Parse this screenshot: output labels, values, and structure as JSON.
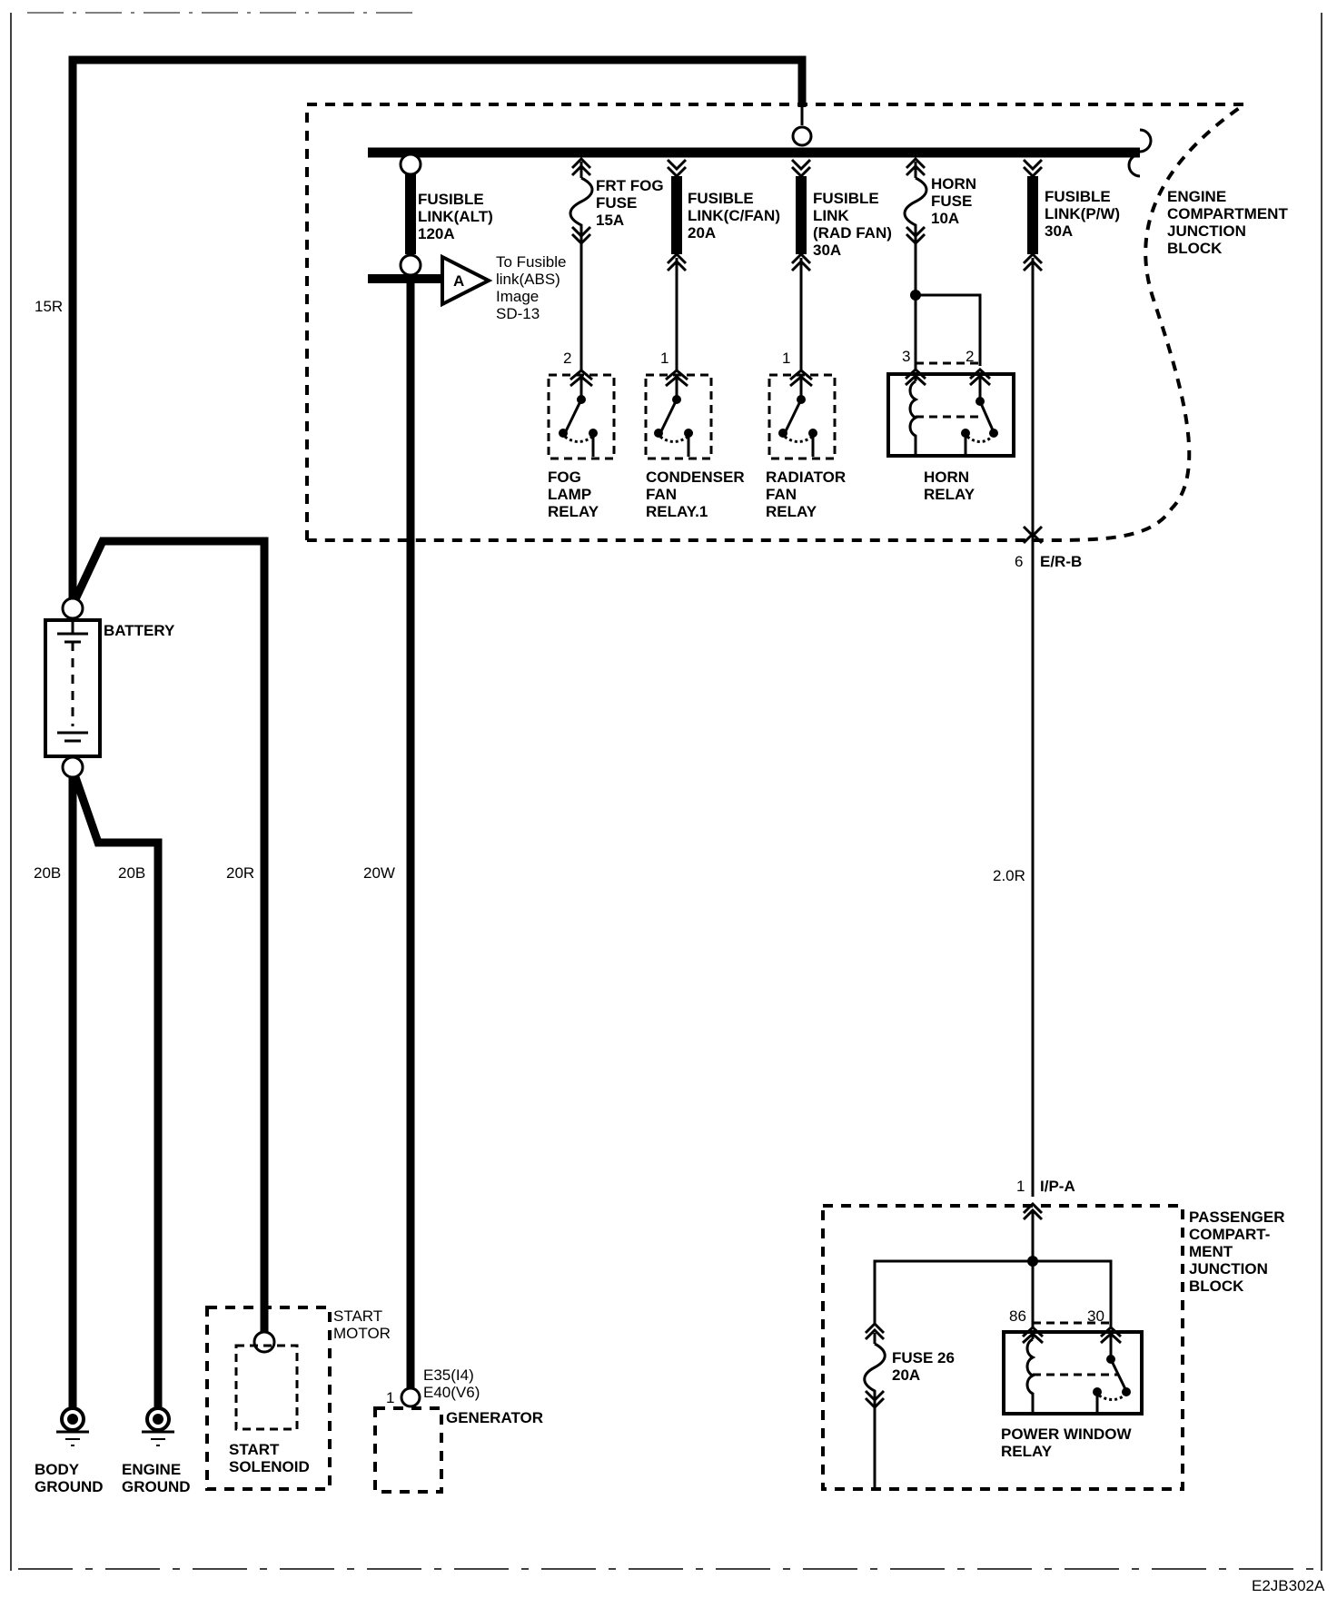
{
  "diagram": {
    "title_code": "E2JB302A",
    "colors": {
      "ink": "#000000",
      "background": "#ffffff"
    },
    "wires": {
      "battery_positive_top": "15R",
      "body_ground": "20B",
      "engine_ground": "20B",
      "start_motor": "20R",
      "generator": "20W",
      "power_window_feed": "2.0R"
    },
    "engine_junction_block": {
      "label_lines": [
        "ENGINE",
        "COMPARTMENT",
        "JUNCTION",
        "BLOCK"
      ],
      "fuses": [
        {
          "id": "fl-alt",
          "lines": [
            "FUSIBLE",
            "LINK(ALT)",
            "120A"
          ]
        },
        {
          "id": "frt-fog",
          "lines": [
            "FRT FOG",
            "FUSE",
            "15A"
          ]
        },
        {
          "id": "fl-cfan",
          "lines": [
            "FUSIBLE",
            "LINK(C/FAN)",
            "20A"
          ]
        },
        {
          "id": "fl-radfan",
          "lines": [
            "FUSIBLE",
            "LINK",
            "(RAD FAN)",
            "30A"
          ]
        },
        {
          "id": "horn-fuse",
          "lines": [
            "HORN",
            "FUSE",
            "10A"
          ]
        },
        {
          "id": "fl-pw",
          "lines": [
            "FUSIBLE",
            "LINK(P/W)",
            "30A"
          ]
        }
      ],
      "offpage": {
        "letter": "A",
        "lines": [
          "To Fusible",
          "link(ABS)",
          "Image",
          "SD-13"
        ]
      },
      "relays": [
        {
          "id": "fog-lamp-relay",
          "pin": "2",
          "lines": [
            "FOG",
            "LAMP",
            "RELAY"
          ]
        },
        {
          "id": "condenser-fan-relay",
          "pin": "1",
          "lines": [
            "CONDENSER",
            "FAN",
            "RELAY.1"
          ]
        },
        {
          "id": "radiator-fan-relay",
          "pin": "1",
          "lines": [
            "RADIATOR",
            "FAN",
            "RELAY"
          ]
        },
        {
          "id": "horn-relay",
          "pins": [
            "3",
            "2"
          ],
          "lines": [
            "HORN",
            "RELAY"
          ]
        }
      ],
      "exit_connector": {
        "pin": "6",
        "name": "E/R-B"
      }
    },
    "battery": {
      "label": "BATTERY"
    },
    "grounds": [
      {
        "id": "body-ground",
        "lines": [
          "BODY",
          "GROUND"
        ]
      },
      {
        "id": "engine-ground",
        "lines": [
          "ENGINE",
          "GROUND"
        ]
      }
    ],
    "start_motor": {
      "lines": [
        "START",
        "MOTOR"
      ],
      "solenoid_lines": [
        "START",
        "SOLENOID"
      ]
    },
    "generator": {
      "label": "GENERATOR",
      "pin": "1",
      "connectors": [
        "E35(I4)",
        "E40(V6)"
      ]
    },
    "passenger_junction_block": {
      "label_lines": [
        "PASSENGER",
        "COMPART-",
        "MENT",
        "JUNCTION",
        "BLOCK"
      ],
      "entry_connector": {
        "pin": "1",
        "name": "I/P-A"
      },
      "fuse": {
        "lines": [
          "FUSE 26",
          "20A"
        ]
      },
      "relay": {
        "pins": [
          "86",
          "30"
        ],
        "lines": [
          "POWER WINDOW",
          "RELAY"
        ]
      }
    }
  }
}
